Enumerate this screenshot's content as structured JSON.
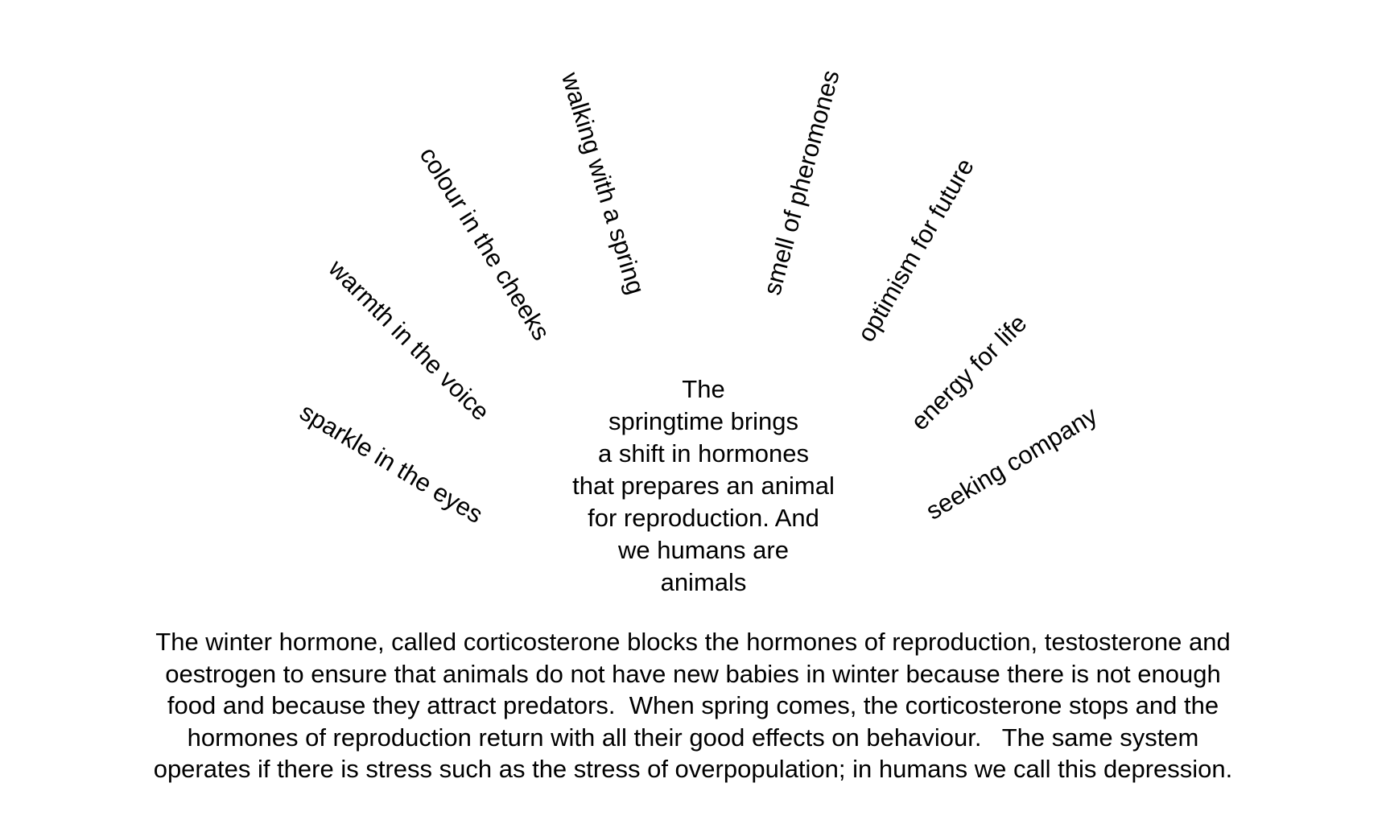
{
  "rays": [
    "sparkle in the eyes",
    "warmth in the voice",
    "colour in the cheeks",
    "walking with a spring",
    "smell of pheromones",
    "optimism for future",
    "energy for life",
    "seeking company"
  ],
  "center_text": [
    "The",
    "springtime brings",
    "a shift in hormones",
    "that prepares an animal",
    "for reproduction. And",
    "we humans are",
    "animals"
  ],
  "paragraph": [
    "The winter hormone, called corticosterone blocks the hormones of reproduction, testosterone and",
    "oestrogen to ensure that animals do not have new babies in winter because there is not enough",
    "food and because they attract predators.  When spring comes, the corticosterone stops and the",
    "hormones of reproduction return with all their good effects on behaviour.   The same system",
    "operates if there is stress such as the stress of overpopulation; in humans we call this depression."
  ]
}
